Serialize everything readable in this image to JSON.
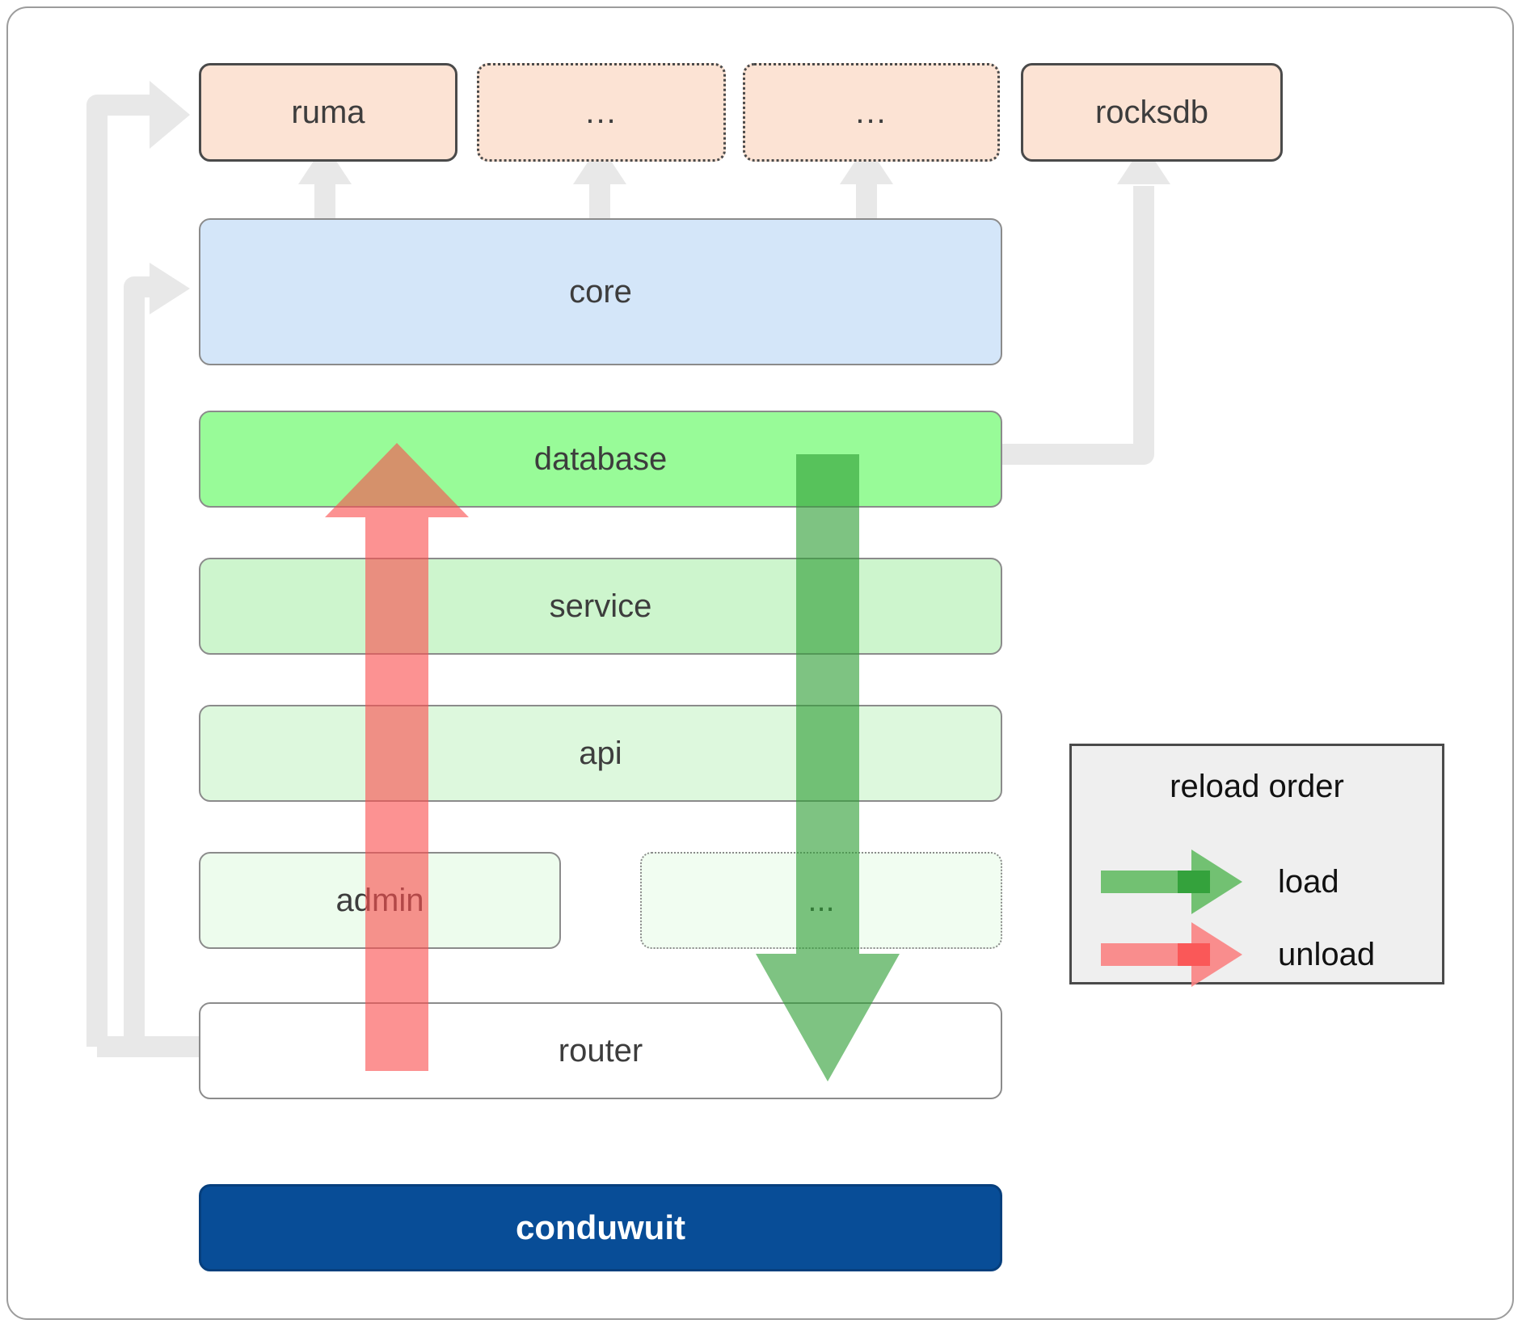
{
  "diagram": {
    "title": "conduwuit crate dependency / reload order diagram",
    "colors": {
      "dependency_fill": "#fce3d4",
      "dependency_stroke": "#4a4a4a",
      "core_fill": "#d4e6f9",
      "database_fill": "#98fb98",
      "service_fill": "#cdf5cd",
      "api_fill": "#ddf8dd",
      "admin_fill": "#edfced",
      "ellipsis_fill": "#f1fdf1",
      "router_fill": "#ffffff",
      "conduwuit_fill": "#084d97",
      "connector_gray": "#e8e8e8",
      "load_green": "#5cb85c",
      "unload_red": "#fa8282",
      "legend_bg": "#efefef"
    },
    "dependencies": [
      {
        "label": "ruma",
        "style": "solid"
      },
      {
        "label": "...",
        "style": "dotted"
      },
      {
        "label": "...",
        "style": "dotted"
      },
      {
        "label": "rocksdb",
        "style": "solid"
      }
    ],
    "layers": [
      {
        "label": "core",
        "style": "solid"
      },
      {
        "label": "database",
        "style": "solid"
      },
      {
        "label": "service",
        "style": "solid"
      },
      {
        "label": "api",
        "style": "solid"
      },
      {
        "label": "admin",
        "style": "solid"
      },
      {
        "label": "...",
        "style": "dotted"
      },
      {
        "label": "router",
        "style": "solid"
      }
    ],
    "binary": {
      "label": "conduwuit"
    },
    "legend": {
      "title": "reload order",
      "items": [
        {
          "label": "load",
          "color": "#5cb85c"
        },
        {
          "label": "unload",
          "color": "#fa8282"
        }
      ]
    },
    "flow_arrows": [
      {
        "name": "unload",
        "direction": "up",
        "color": "#fa8282"
      },
      {
        "name": "load",
        "direction": "down",
        "color": "#5cb85c"
      }
    ]
  }
}
